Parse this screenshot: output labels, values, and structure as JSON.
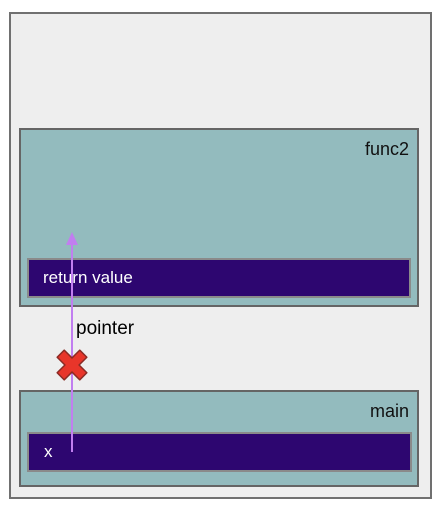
{
  "frames": {
    "func2": {
      "label": "func2"
    },
    "main": {
      "label": "main"
    }
  },
  "slots": {
    "return_value": "return value",
    "x": "x"
  },
  "pointer": {
    "label": "pointer",
    "status_icon": "cross-icon",
    "color": "#c17ef0",
    "cross_color": "#e8352a"
  },
  "colors": {
    "background": "#eeeeee",
    "frame": "#93bbbe",
    "slot": "#2d0670"
  }
}
